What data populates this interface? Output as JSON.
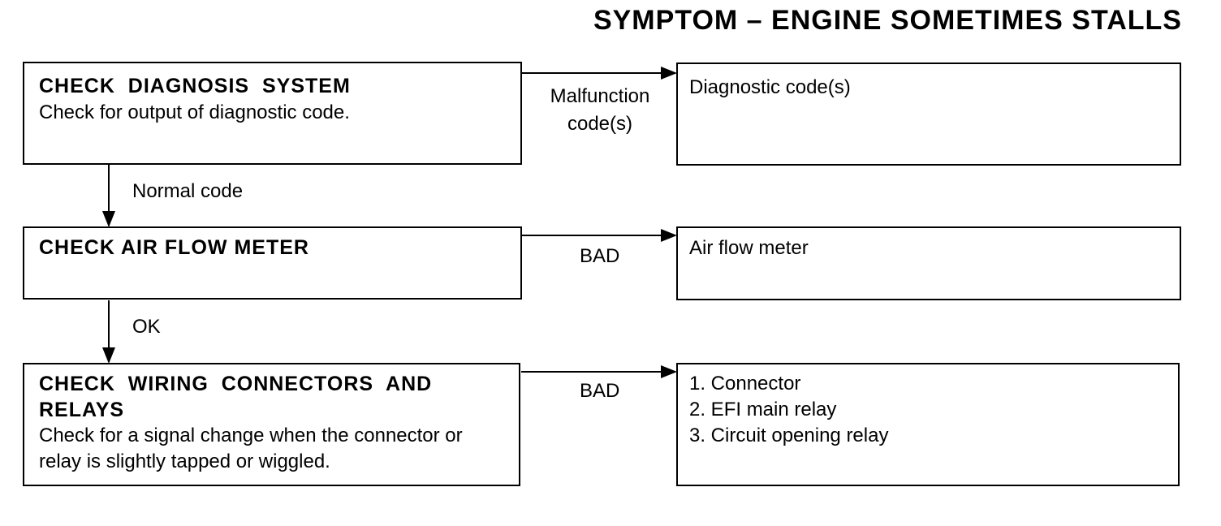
{
  "title": "SYMPTOM – ENGINE SOMETIMES STALLS",
  "steps": [
    {
      "heading": "CHECK  DIAGNOSIS  SYSTEM",
      "text": "Check for output of diagnostic code.",
      "branch_label": "Malfunction code(s)",
      "result": [
        "Diagnostic code(s)"
      ]
    },
    {
      "heading": "CHECK AIR FLOW METER",
      "text": "",
      "branch_label": "BAD",
      "result": [
        "Air flow meter"
      ]
    },
    {
      "heading": "CHECK  WIRING  CONNECTORS  AND RELAYS",
      "text": "Check for a signal change when the connector or relay is slightly tapped or wiggled.",
      "branch_label": "BAD",
      "result": [
        "1. Connector",
        "2. EFI main relay",
        "3. Circuit opening relay"
      ]
    }
  ],
  "down_labels": [
    "Normal code",
    "OK"
  ]
}
